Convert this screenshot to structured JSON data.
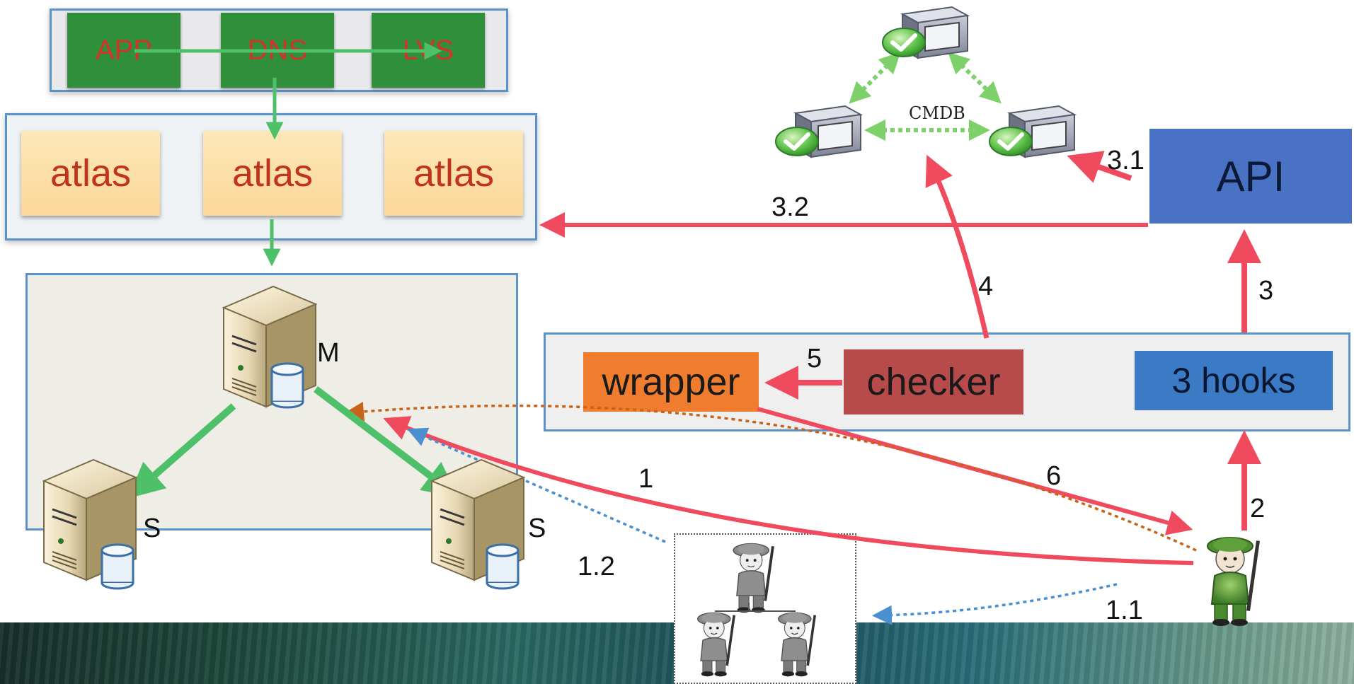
{
  "top_row": [
    "APP",
    "DNS",
    "LVS"
  ],
  "atlas_boxes": [
    "atlas",
    "atlas",
    "atlas"
  ],
  "cmdb_label": "CMDB",
  "api_label": "API",
  "wrapper_label": "wrapper",
  "checker_label": "checker",
  "hooks_label": "3 hooks",
  "server_labels": {
    "master": "M",
    "slave_left": "S",
    "slave_right": "S"
  },
  "step_labels": {
    "s1": "1",
    "s1_1": "1.1",
    "s1_2": "1.2",
    "s2": "2",
    "s3": "3",
    "s3_1": "3.1",
    "s3_2": "3.2",
    "s4": "4",
    "s5": "5",
    "s6": "6"
  },
  "colors": {
    "green_box": "#2f8f3a",
    "red_text": "#d2342a",
    "atlas_text": "#c0331e",
    "api_box": "#4a72c4",
    "hooks_box": "#3b7bc6",
    "checker_box": "#b74a4a",
    "wrapper_box": "#ef7d2d",
    "red_arrow": "#f04a5e",
    "green_arrow": "#4fc06a",
    "frame_blue": "#5b92c9",
    "orange_dotted": "#c8641a",
    "blue_dotted": "#4a8fd0"
  },
  "icons": [
    "server-icon",
    "database-icon",
    "cmdb-server-icon",
    "check-icon",
    "soldier-icon",
    "soldier-group-icon"
  ]
}
